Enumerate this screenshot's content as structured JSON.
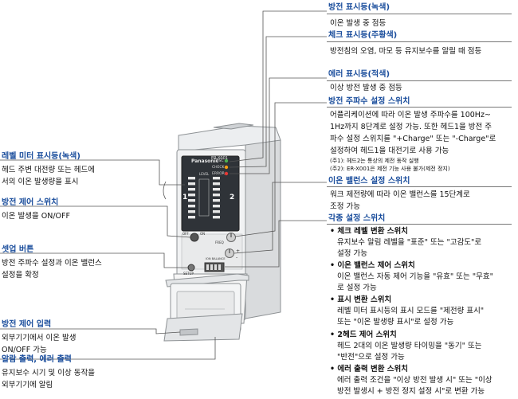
{
  "right": {
    "c1": {
      "title": "방전 표시등(녹색)",
      "desc": "이온 발생 중 점등"
    },
    "c2": {
      "title": "체크 표시등(주황색)",
      "desc": "방전침의 오염, 마모 등 유지보수를 알릴 때 점등"
    },
    "c3": {
      "title": "에러 표시등(적색)",
      "desc": "이상 방전 발생 중 점등"
    },
    "c4": {
      "title": "방전 주파수 설정 스위치",
      "l1": "어플리케이션에 따라 이온 발생 주파수를 100Hz~",
      "l2": "1Hz까지 8단계로 설정 가능. 또한 헤드1을 방전 주",
      "l3": "파수 설정 스위치를 \"+Charge\" 또는 \"-Charge\"로",
      "l4": "설정하여 헤드1을 대전기로 사용 가능",
      "n1": "(주1): 헤드2는 통상의 제전 동작 실행",
      "n2": "(주2): ER-X001은 제전 기능 사용 불가(제전 정지)"
    },
    "c5": {
      "title": "이온 밸런스 설정 스위치",
      "l1": "워크 제전량에 따라 이온 밸런스를 15단계로",
      "l2": "조정 가능"
    },
    "c6": {
      "title": "각종 설정 스위치",
      "b1": {
        "t": "• 체크 레벨 변환 스위치",
        "d1": "유지보수 알림 레벨을 \"표준\" 또는 \"고감도\"로",
        "d2": "설정 가능"
      },
      "b2": {
        "t": "• 이온 밸런스 제어 스위치",
        "d1": "이온 밸런스 자동 제어 기능을 \"유효\" 또는 \"무효\"",
        "d2": "로 설정 가능"
      },
      "b3": {
        "t": "• 표시 변환 스위치",
        "d1": "레벨 미터 표시등의 표시 모드를 \"제전량 표시\"",
        "d2": "또는 \"이온 발생량 표시\"로 설정 가능"
      },
      "b4": {
        "t": "• 2헤드 제어 스위치",
        "d1": "헤드 2대의 이온 발생량 타이밍을 \"동기\" 또는",
        "d2": "\"반전\"으로 설정 가능"
      },
      "b5": {
        "t": "• 에러 출력 변환 스위치",
        "d1": "에러 출력 조건을 \"이상 방전 발생 시\" 또는 \"이상",
        "d2": "방전 발생시 + 방전 정지 설정 시\"로 변환 가능"
      }
    }
  },
  "left": {
    "c1": {
      "title": "레벨 미터 표시등(녹색)",
      "l1": "헤드 주변 대전량 또는 헤드에",
      "l2": "서의 이온 발생량을 표시"
    },
    "c2": {
      "title": "방전 제어 스위치",
      "l1": "이온 발생을 ON/OFF"
    },
    "c3": {
      "title": "셋업 버튼",
      "l1": "방전 주파수 설정과 이온 밸런스",
      "l2": "설정을 확정"
    },
    "c4": {
      "title": "방전 제어 입력",
      "l1": "외부기기에서 이온 발생",
      "l2": "ON/OFF 가능"
    },
    "c5": {
      "title": "알람 출력, 에러 출력",
      "l1": "유지보수 시기 및 이상 동작을",
      "l2": "외부기기에 알림"
    }
  },
  "device": {
    "brand": "Panasonic",
    "model": "ER-X001",
    "dsc": "DSC",
    "check": "CHECK",
    "error": "ERROR",
    "level": "LEVEL",
    "head1": "1",
    "head2": "2",
    "off": "OFF",
    "on": "ON",
    "freq": "FREQ",
    "bal": "ION BALANCE",
    "setup": "SETUP",
    "plus": "+",
    "minus": "-"
  }
}
